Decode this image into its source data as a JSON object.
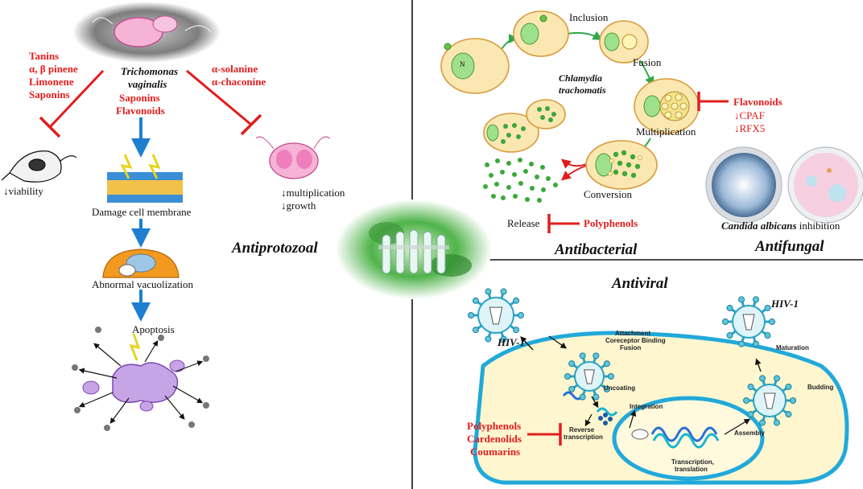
{
  "protozoa": {
    "organism_line1": "Trichomonas",
    "organism_line2": "vaginalis",
    "left_compounds": [
      "Tanins",
      "α, β pinene",
      "Limonene",
      "Saponins"
    ],
    "center_compounds": [
      "Saponins",
      "Flavonoids"
    ],
    "right_compounds": [
      "α-solanine",
      "α-chaconine"
    ],
    "viability": "↓viability",
    "multiplication": "↓multiplication",
    "growth": "↓growth",
    "damage_membrane": "Damage cell membrane",
    "vacuolization": "Abnormal vacuolization",
    "apoptosis": "Apoptosis",
    "section_title": "Antiprotozoal"
  },
  "bacteria": {
    "inclusion": "Inclusion",
    "fusion": "Fusion",
    "organism_line1": "Chlamydia",
    "organism_line2": "trachomatis",
    "multiplication": "Multiplication",
    "conversion": "Conversion",
    "release": "Release",
    "flavonoids": "Flavonoids",
    "cpaf": "↓CPAF",
    "rfx5": "↓RFX5",
    "polyphenols": "Polyphenols",
    "cell_n": "N",
    "section_title": "Antibacterial"
  },
  "fungi": {
    "candida_name": "Candida albicans",
    "candida_suffix": " inhibition",
    "section_title": "Antifungal"
  },
  "virus": {
    "section_title": "Antiviral",
    "hiv_left": "HIV-1",
    "hiv_right": "HIV-1",
    "attachment_line1": "Attachment",
    "attachment_line2": "Coreceptor Binding",
    "attachment_line3": "Fusion",
    "maturation": "Maturation",
    "uncoating": "Uncoating",
    "integration": "Integration",
    "budding": "Budding",
    "reverse_line1": "Reverse",
    "reverse_line2": "transcription",
    "transcription_line1": "Transcription,",
    "transcription_line2": "translation",
    "assembly": "Assembly",
    "compounds": [
      "Polyphenols",
      "Cardenolids",
      "Coumarins"
    ]
  },
  "colors": {
    "inhibit_red": "#e11d1d",
    "arrow_blue": "#1e7fd0",
    "arrow_green": "#2ea84a",
    "virus_teal": "#5ec6dc",
    "cell_fill": "#fbe7b2",
    "cell_stroke": "#d89a3c",
    "inclusion_green": "#9fe08a"
  }
}
